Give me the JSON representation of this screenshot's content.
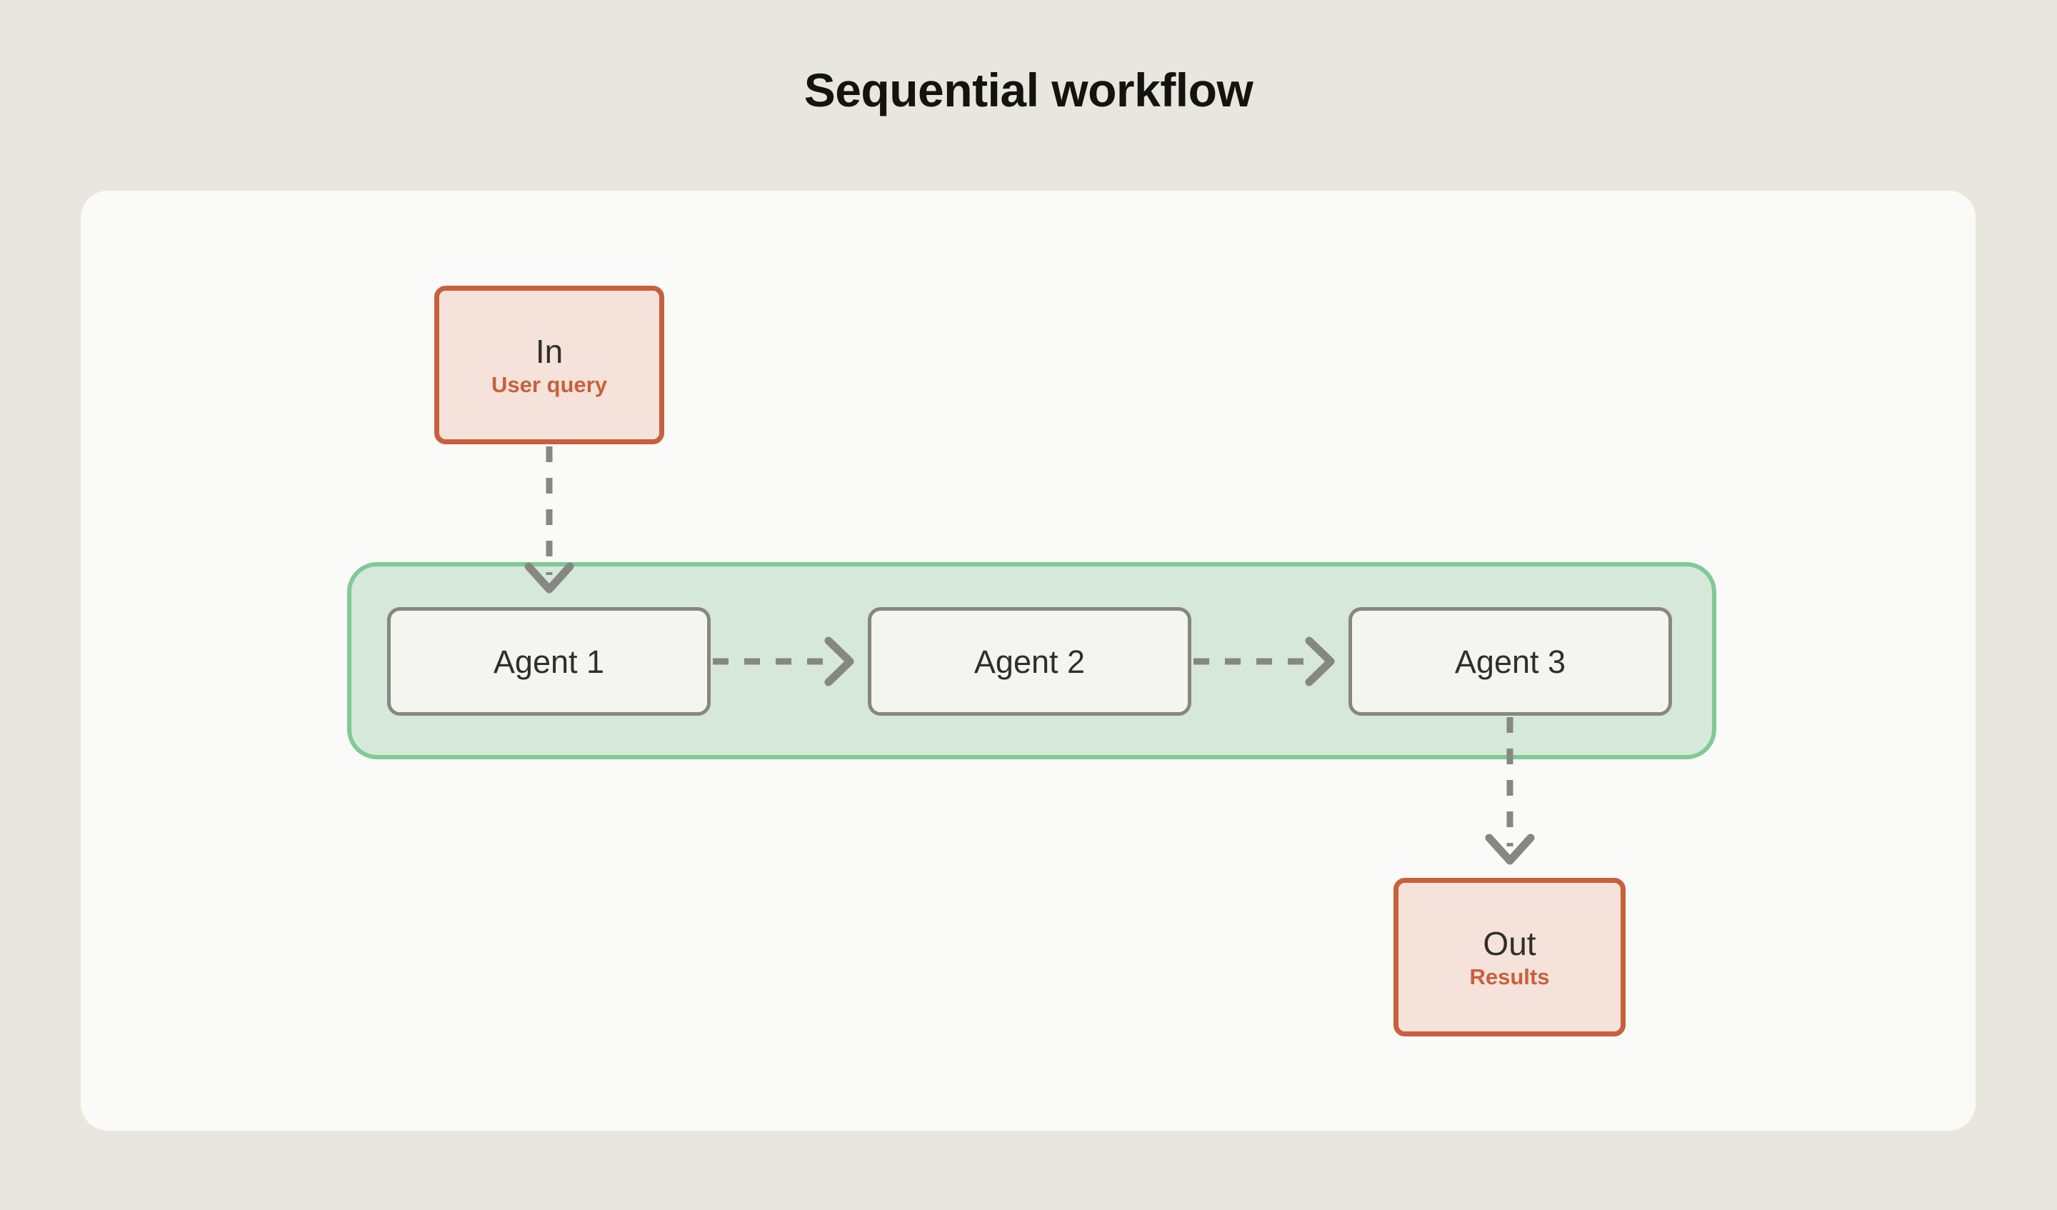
{
  "page": {
    "title": "Sequential workflow",
    "background_color": "#e8e7df",
    "canvas_color": "#fafaf8"
  },
  "colors": {
    "io_border": "#c8603b",
    "io_fill": "#f5e2da",
    "io_accent_text": "#c8603b",
    "group_border": "#81c995",
    "group_fill": "#d5e8da",
    "agent_border": "#878781",
    "agent_fill": "#f4f4f1",
    "connector": "#878781",
    "title_text": "#14140f",
    "node_text": "#2f2f2c"
  },
  "diagram": {
    "input_node": {
      "title": "In",
      "subtitle": "User query"
    },
    "output_node": {
      "title": "Out",
      "subtitle": "Results"
    },
    "group": {
      "label": "",
      "agents": [
        {
          "label": "Agent 1"
        },
        {
          "label": "Agent 2"
        },
        {
          "label": "Agent 3"
        }
      ]
    },
    "connections": [
      {
        "from": "In",
        "to": "Agent 1",
        "style": "dashed",
        "direction": "down"
      },
      {
        "from": "Agent 1",
        "to": "Agent 2",
        "style": "dashed",
        "direction": "right"
      },
      {
        "from": "Agent 2",
        "to": "Agent 3",
        "style": "dashed",
        "direction": "right"
      },
      {
        "from": "Agent 3",
        "to": "Out",
        "style": "dashed",
        "direction": "down"
      }
    ]
  }
}
